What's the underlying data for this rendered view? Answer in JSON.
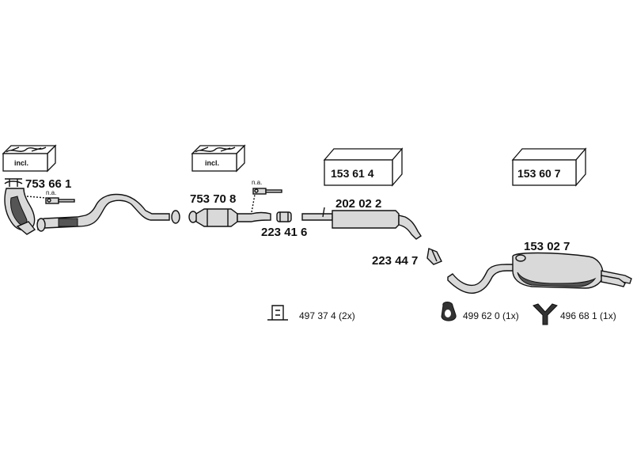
{
  "diagram": {
    "kits": [
      {
        "label": "incl."
      },
      {
        "label": "incl."
      }
    ],
    "boxed_parts": [
      {
        "number": "153 61 4"
      },
      {
        "number": "153 60 7"
      }
    ],
    "parts": {
      "manifold_cat": "753 66 1",
      "front_cat": "753 70 8",
      "clamp_a": "223 41 6",
      "center_silencer": "202 02 2",
      "clamp_b": "223 44 7",
      "rear_silencer": "153 02 7"
    },
    "sensor_notes": [
      "n.a.",
      "n.a."
    ],
    "accessories": [
      {
        "number": "497 37 4 (2x)",
        "icon": "bracket-mount-icon"
      },
      {
        "number": "499 62 0 (1x)",
        "icon": "rubber-ring-icon"
      },
      {
        "number": "496 68 1 (1x)",
        "icon": "y-hanger-icon"
      }
    ]
  }
}
